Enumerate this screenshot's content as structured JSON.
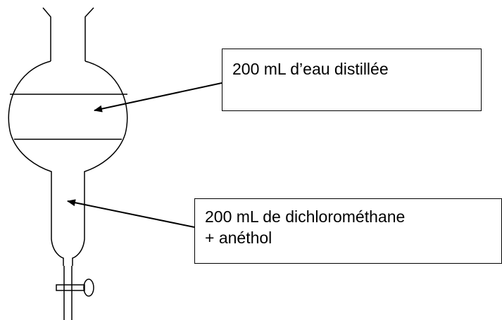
{
  "labels": {
    "water": {
      "line1": "200 mL d’eau distillée"
    },
    "organic": {
      "line1": "200 mL de dichlorométhane",
      "line2": "+ anéthol"
    }
  },
  "colors": {
    "stroke": "#000000",
    "background": "#ffffff"
  }
}
